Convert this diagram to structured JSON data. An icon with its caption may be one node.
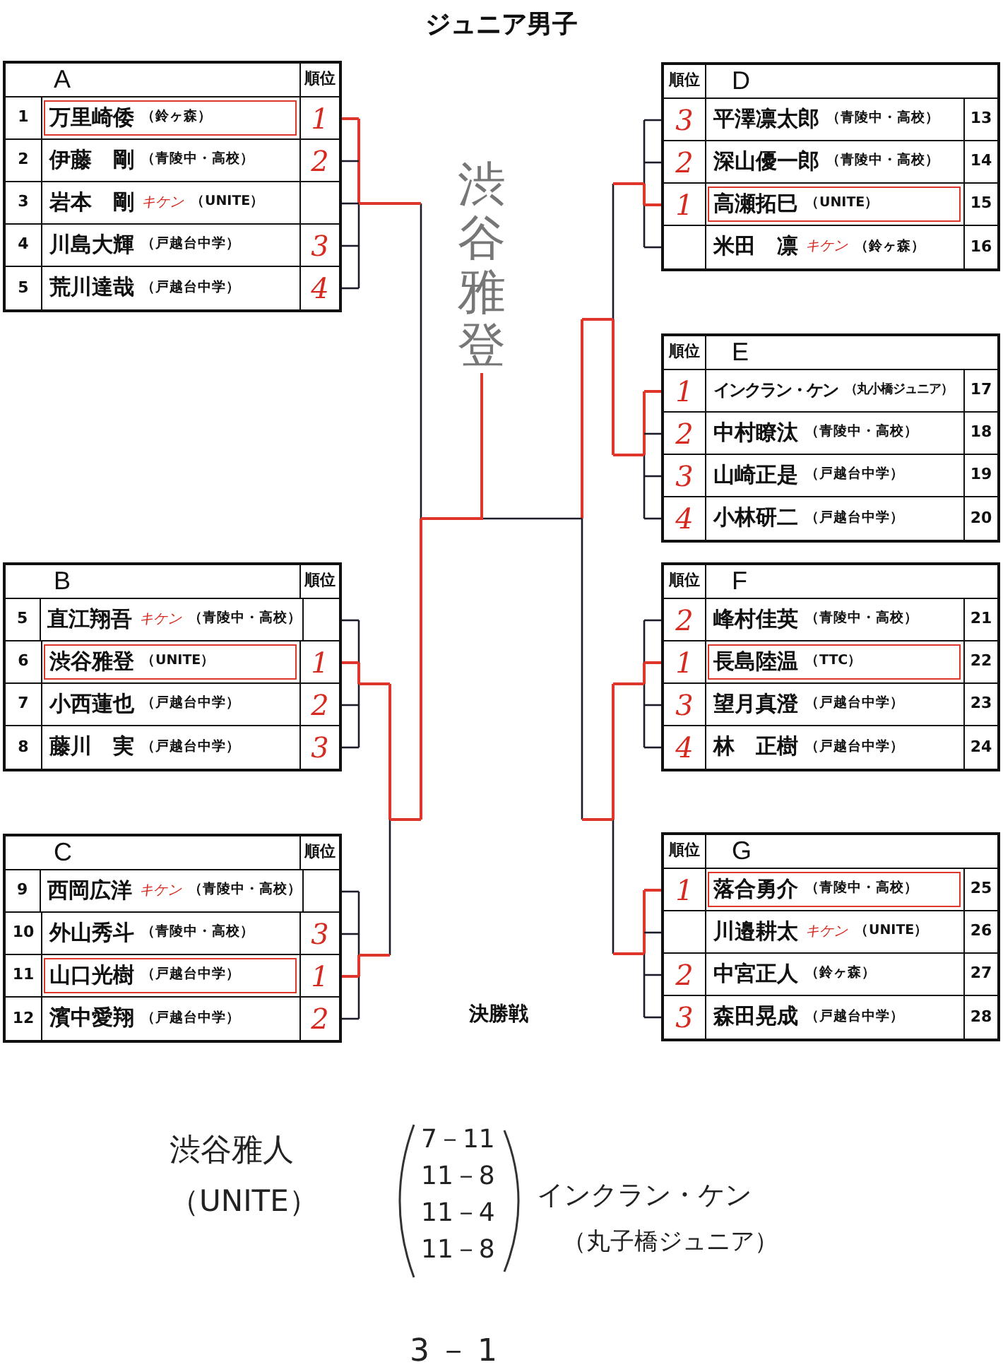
{
  "diagram": {
    "title": "ジュニア男子",
    "nodes": [
      {
        "text": [
          "A",
          "順位"
        ]
      },
      {
        "text": [
          "1",
          "万里崎倭",
          "（鈴ヶ森）",
          "1"
        ],
        "in": 0
      },
      {
        "text": [
          "2",
          "伊藤　剛",
          "（青陵中・高校）",
          "2"
        ],
        "in": 0
      },
      {
        "text": [
          "3",
          "岩本　剛",
          "キケン",
          "（UNITE）"
        ],
        "in": 0
      },
      {
        "text": [
          "4",
          "川島大輝",
          "（戸越台中学）",
          "3"
        ],
        "in": 0
      },
      {
        "text": [
          "5",
          "荒川達哉",
          "（戸越台中学）",
          "4"
        ],
        "in": 0
      },
      {
        "text": [
          "B",
          "順位"
        ]
      },
      {
        "text": [
          "5",
          "直江翔吾",
          "キケン",
          "（青陵中・高校）"
        ],
        "in": 6
      },
      {
        "text": [
          "6",
          "渋谷雅登",
          "（UNITE）",
          "1"
        ],
        "in": 6
      },
      {
        "text": [
          "7",
          "小西蓮也",
          "（戸越台中学）",
          "2"
        ],
        "in": 6
      },
      {
        "text": [
          "8",
          "藤川　実",
          "（戸越台中学）",
          "3"
        ],
        "in": 6
      },
      {
        "text": [
          "C",
          "順位"
        ]
      },
      {
        "text": [
          "9",
          "西岡広洋",
          "キケン",
          "（青陵中・高校）"
        ],
        "in": 11
      },
      {
        "text": [
          "10",
          "外山秀斗",
          "（青陵中・高校）",
          "3"
        ],
        "in": 11
      },
      {
        "text": [
          "11",
          "山口光樹",
          "（戸越台中学）",
          "1"
        ],
        "in": 11
      },
      {
        "text": [
          "12",
          "濱中愛翔",
          "（戸越台中学）",
          "2"
        ],
        "in": 11
      },
      {
        "text": [
          "順位",
          "D"
        ]
      },
      {
        "text": [
          "3",
          "平澤凛太郎",
          "（青陵中・高校）",
          "13"
        ],
        "in": 16
      },
      {
        "text": [
          "2",
          "深山優一郎",
          "（青陵中・高校）",
          "14"
        ],
        "in": 16
      },
      {
        "text": [
          "1",
          "高瀬拓巳",
          "（UNITE）",
          "15"
        ],
        "in": 16
      },
      {
        "text": [
          "米田　凛",
          "キケン",
          "（鈴ヶ森）",
          "16"
        ],
        "in": 16
      },
      {
        "text": [
          "順位",
          "E"
        ]
      },
      {
        "text": [
          "1",
          "インクラン・ケン",
          "（丸小橋ジュニア）",
          "17"
        ],
        "in": 21
      },
      {
        "text": [
          "2",
          "中村瞭汰",
          "（青陵中・高校）",
          "18"
        ],
        "in": 21
      },
      {
        "text": [
          "3",
          "山崎正是",
          "（戸越台中学）",
          "19"
        ],
        "in": 21
      },
      {
        "text": [
          "4",
          "小林研二",
          "（戸越台中学）",
          "20"
        ],
        "in": 21
      },
      {
        "text": [
          "順位",
          "F"
        ]
      },
      {
        "text": [
          "2",
          "峰村佳英",
          "（青陵中・高校）",
          "21"
        ],
        "in": 26
      },
      {
        "text": [
          "1",
          "長島陸温",
          "（TTC）",
          "22"
        ],
        "in": 26
      },
      {
        "text": [
          "3",
          "望月真澄",
          "（戸越台中学）",
          "23"
        ],
        "in": 26
      },
      {
        "text": [
          "4",
          "林　正樹",
          "（戸越台中学）",
          "24"
        ],
        "in": 26
      },
      {
        "text": [
          "順位",
          "G"
        ]
      },
      {
        "text": [
          "1",
          "落合勇介",
          "（青陵中・高校）",
          "25"
        ],
        "in": 31
      },
      {
        "text": [
          "川邉耕太",
          "キケン",
          "（UNITE）",
          "26"
        ],
        "in": 31
      },
      {
        "text": [
          "2",
          "中宮正人",
          "（鈴ヶ森）",
          "27"
        ],
        "in": 31
      },
      {
        "text": [
          "3",
          "森田晃成",
          "（戸越台中学）",
          "28"
        ],
        "in": 31
      },
      {
        "text": [
          "渋谷雅登"
        ]
      },
      {
        "text": [],
        "shape": "bar"
      },
      {
        "text": [],
        "shape": "bar"
      },
      {
        "text": [],
        "shape": "bar"
      },
      {
        "text": [],
        "shape": "bar"
      },
      {
        "text": [],
        "shape": "bar"
      },
      {
        "text": [],
        "shape": "bar"
      },
      {
        "text": [],
        "shape": "bar"
      },
      {
        "text": [],
        "shape": "bar"
      },
      {
        "text": [],
        "shape": "bar"
      },
      {
        "text": [],
        "shape": "bar"
      },
      {
        "text": [],
        "shape": "bar"
      },
      {
        "text": [],
        "shape": "bar"
      }
    ],
    "edges": [
      {
        "from": 1,
        "to": 37,
        "arrow": "none",
        "color": "#e0352b"
      },
      {
        "from": 2,
        "to": 37,
        "arrow": "none"
      },
      {
        "from": 3,
        "to": 37,
        "arrow": "none"
      },
      {
        "from": 4,
        "to": 37,
        "arrow": "none"
      },
      {
        "from": 5,
        "to": 37,
        "arrow": "none"
      },
      {
        "from": 7,
        "to": 38,
        "arrow": "none"
      },
      {
        "from": 8,
        "to": 38,
        "arrow": "none",
        "color": "#e0352b"
      },
      {
        "from": 9,
        "to": 38,
        "arrow": "none"
      },
      {
        "from": 10,
        "to": 38,
        "arrow": "none"
      },
      {
        "from": 12,
        "to": 39,
        "arrow": "none"
      },
      {
        "from": 13,
        "to": 39,
        "arrow": "none"
      },
      {
        "from": 14,
        "to": 39,
        "arrow": "none",
        "color": "#e0352b"
      },
      {
        "from": 15,
        "to": 39,
        "arrow": "none"
      },
      {
        "from": 17,
        "to": 45,
        "arrow": "none"
      },
      {
        "from": 18,
        "to": 45,
        "arrow": "none"
      },
      {
        "from": 19,
        "to": 45,
        "arrow": "none",
        "color": "#e0352b"
      },
      {
        "from": 20,
        "to": 45,
        "arrow": "none"
      },
      {
        "from": 22,
        "to": 46,
        "arrow": "none",
        "color": "#e0352b"
      },
      {
        "from": 23,
        "to": 46,
        "arrow": "none"
      },
      {
        "from": 24,
        "to": 46,
        "arrow": "none"
      },
      {
        "from": 25,
        "to": 46,
        "arrow": "none"
      },
      {
        "from": 27,
        "to": 47,
        "arrow": "none"
      },
      {
        "from": 28,
        "to": 47,
        "arrow": "none",
        "color": "#e0352b"
      },
      {
        "from": 29,
        "to": 47,
        "arrow": "none"
      },
      {
        "from": 30,
        "to": 47,
        "arrow": "none"
      },
      {
        "from": 32,
        "to": 48,
        "arrow": "none",
        "color": "#e0352b"
      },
      {
        "from": 33,
        "to": 48,
        "arrow": "none"
      },
      {
        "from": 34,
        "to": 48,
        "arrow": "none"
      },
      {
        "from": 35,
        "to": 48,
        "arrow": "none"
      },
      {
        "from": 37,
        "to": 41,
        "arrow": "none",
        "color": "#e0352b"
      },
      {
        "from": 38,
        "to": 40,
        "arrow": "none",
        "color": "#e0352b"
      },
      {
        "from": 39,
        "to": 40,
        "arrow": "none",
        "color": "#e0352b"
      },
      {
        "from": 40,
        "to": 41,
        "arrow": "none",
        "color": "#e0352b"
      },
      {
        "from": 41,
        "to": 42,
        "arrow": "none"
      },
      {
        "from": 41,
        "to": 36,
        "arrow": "none",
        "color": "#e0352b"
      },
      {
        "from": 45,
        "to": 43,
        "arrow": "none",
        "color": "#e0352b"
      },
      {
        "from": 46,
        "to": 43,
        "arrow": "none",
        "color": "#e0352b"
      },
      {
        "from": 43,
        "to": 42,
        "arrow": "none",
        "color": "#e0352b"
      },
      {
        "from": 47,
        "to": 44,
        "arrow": "none",
        "color": "#e0352b"
      },
      {
        "from": 48,
        "to": 44,
        "arrow": "none",
        "color": "#e0352b"
      },
      {
        "from": 44,
        "to": 42,
        "arrow": "none",
        "color": "#e0352b"
      }
    ],
    "labels": [
      "決勝戦",
      "渋谷雅人",
      "（UNITE）",
      "7－11",
      "11－8",
      "11－4",
      "11－8",
      "インクラン・ケン",
      "（丸子橋ジュニア）",
      "3－1"
    ]
  }
}
